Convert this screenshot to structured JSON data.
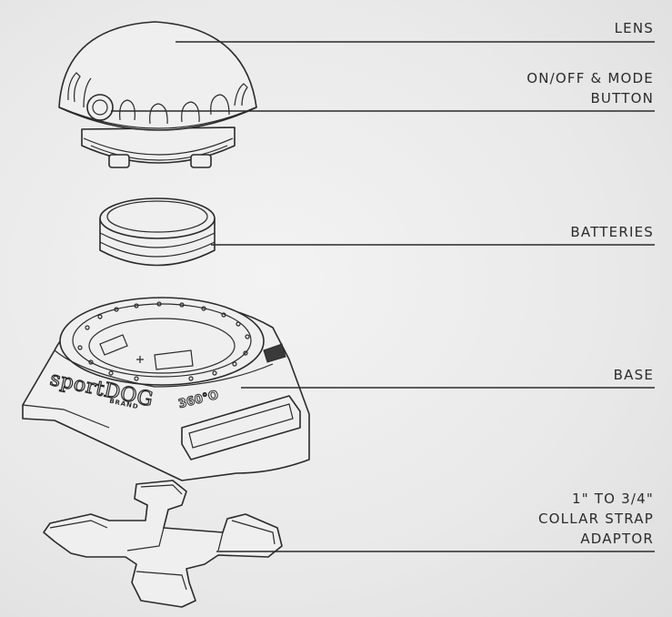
{
  "labels": {
    "lens": "LENS",
    "button_line1": "ON/OFF & MODE",
    "button_line2": "BUTTON",
    "batteries": "BATTERIES",
    "base": "BASE",
    "adaptor_line1": "1\" TO 3/4\"",
    "adaptor_line2": "COLLAR STRAP",
    "adaptor_line3": "ADAPTOR"
  },
  "brand": {
    "logo_text": "sportDOG",
    "logo_sub": "BRAND",
    "model_text": "360°O"
  }
}
